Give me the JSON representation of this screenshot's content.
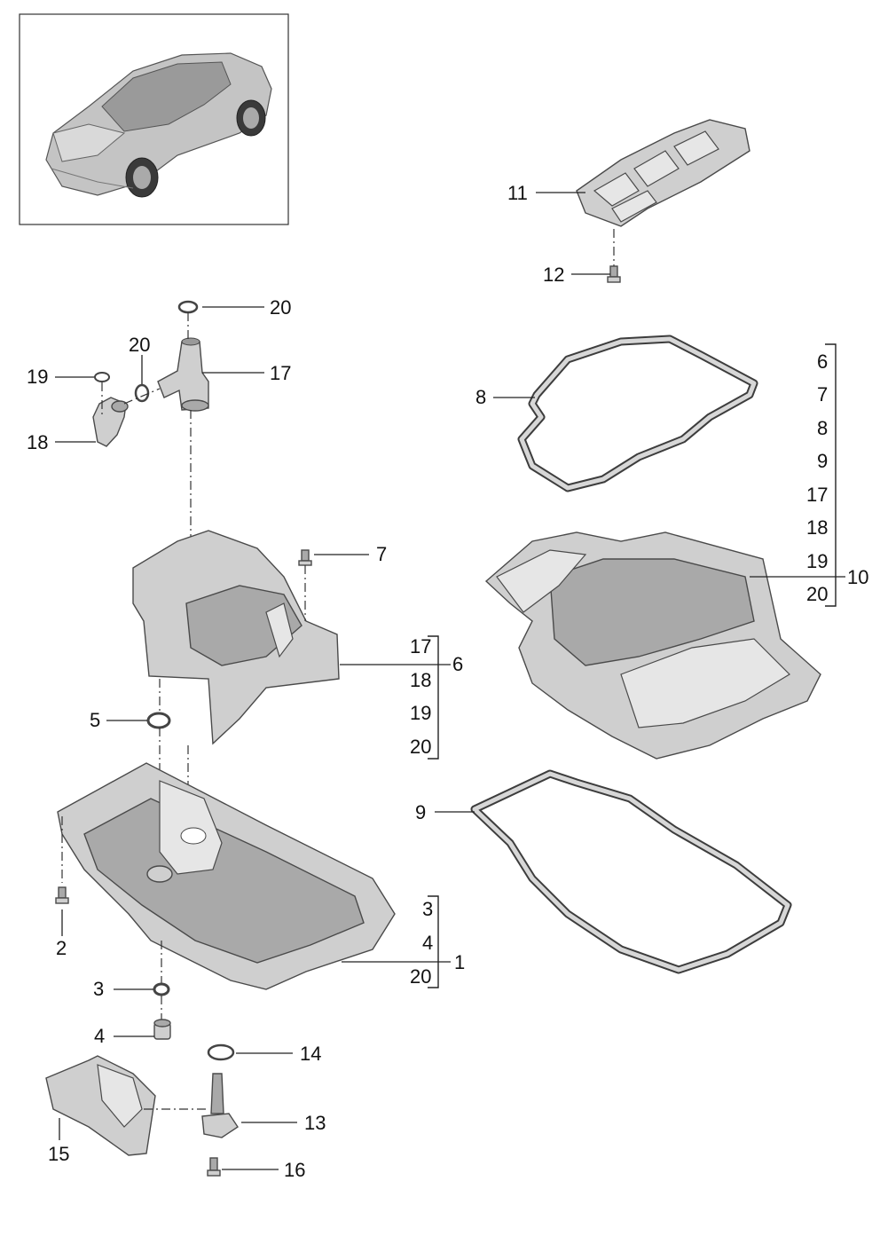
{
  "callouts": {
    "c1": "1",
    "c2": "2",
    "c3": "3",
    "c4": "4",
    "c5": "5",
    "c6": "6",
    "c7": "7",
    "c8": "8",
    "c9": "9",
    "c10": "10",
    "c11": "11",
    "c12": "12",
    "c13": "13",
    "c14": "14",
    "c15": "15",
    "c16": "16",
    "c17": "17",
    "c18": "18",
    "c19": "19",
    "c20a": "20",
    "c20b": "20"
  },
  "group_6": [
    "17",
    "18",
    "19",
    "20"
  ],
  "group_10": [
    "6",
    "7",
    "8",
    "9",
    "17",
    "18",
    "19",
    "20"
  ],
  "group_1": [
    "3",
    "4",
    "20"
  ],
  "colors": {
    "line": "#222222",
    "part_fill": "#cfcfcf",
    "part_shadow": "#a9a9a9"
  }
}
